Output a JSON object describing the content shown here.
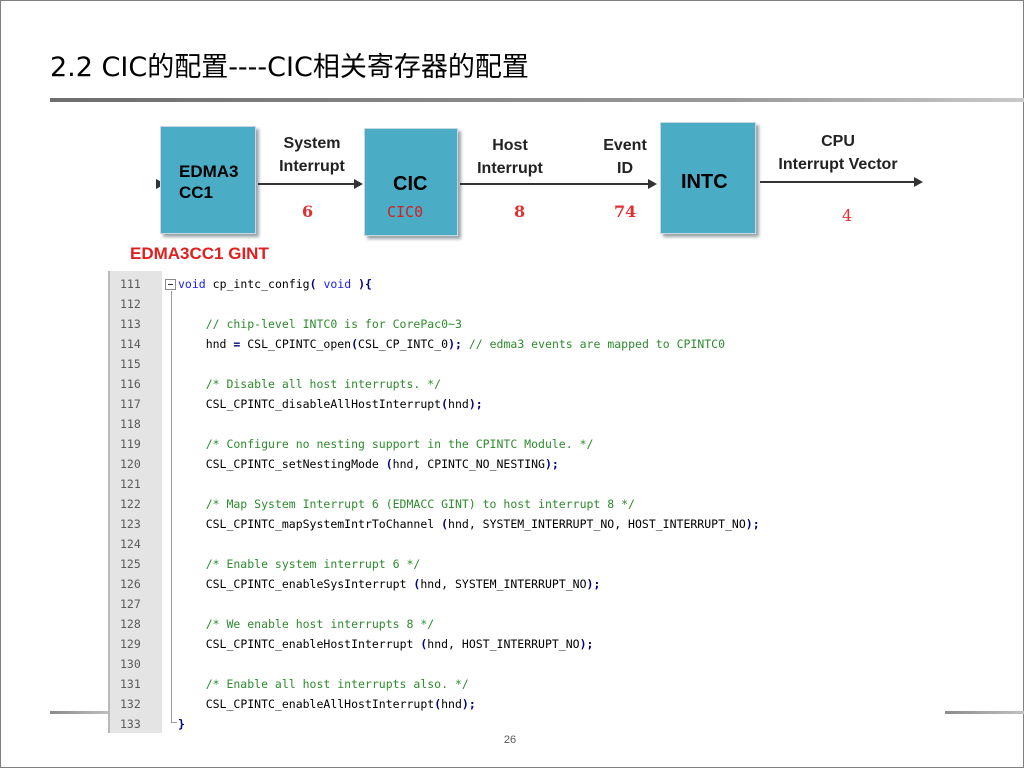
{
  "slide": {
    "title": "2.2 CIC的配置----CIC相关寄存器的配置",
    "page_number": "26"
  },
  "diagram": {
    "boxes": {
      "edma": "EDMA3\nCC1",
      "cic": "CIC",
      "intc": "INTC"
    },
    "labels": {
      "system_interrupt": "System\nInterrupt",
      "host_interrupt": "Host\nInterrupt",
      "event_id": "Event\nID",
      "cpu_vector": "CPU\nInterrupt Vector"
    },
    "values": {
      "system_interrupt": "6",
      "cic0": "CIC0",
      "host_interrupt": "8",
      "event_id": "74",
      "cpu_vector": "4"
    },
    "edma_gint": "EDMA3CC1 GINT",
    "colors": {
      "box": "#4bacc6",
      "accent_red": "#e02020"
    }
  },
  "code": {
    "lines": [
      {
        "n": "111",
        "kind": "sig",
        "fn": "cp_intc_config",
        "kw": "void",
        "lp": "(",
        "arg": "void",
        "rp": ")",
        "brace": "{"
      },
      {
        "n": "112",
        "kind": "blank"
      },
      {
        "n": "113",
        "kind": "comment",
        "text": "    // chip-level INTC0 is for CorePac0~3"
      },
      {
        "n": "114",
        "kind": "call",
        "pre": "    hnd ",
        "eq": "=",
        "fn": " CSL_CPINTC_open",
        "lp": "(",
        "args": "CSL_CP_INTC_0",
        "rp": ")",
        "semi": ";",
        "comment": " // edma3 events are mapped to CPINTC0"
      },
      {
        "n": "115",
        "kind": "blank"
      },
      {
        "n": "116",
        "kind": "comment",
        "text": "    /* Disable all host interrupts. */"
      },
      {
        "n": "117",
        "kind": "call",
        "pre": "    ",
        "eq": "",
        "fn": "CSL_CPINTC_disableAllHostInterrupt",
        "lp": "(",
        "args": "hnd",
        "rp": ")",
        "semi": ";",
        "comment": ""
      },
      {
        "n": "118",
        "kind": "blank"
      },
      {
        "n": "119",
        "kind": "comment",
        "text": "    /* Configure no nesting support in the CPINTC Module. */"
      },
      {
        "n": "120",
        "kind": "call",
        "pre": "    ",
        "eq": "",
        "fn": "CSL_CPINTC_setNestingMode ",
        "lp": "(",
        "args": "hnd, CPINTC_NO_NESTING",
        "rp": ")",
        "semi": ";",
        "comment": ""
      },
      {
        "n": "121",
        "kind": "blank"
      },
      {
        "n": "122",
        "kind": "comment",
        "text": "    /* Map System Interrupt 6 (EDMACC GINT) to host interrupt 8 */"
      },
      {
        "n": "123",
        "kind": "call",
        "pre": "    ",
        "eq": "",
        "fn": "CSL_CPINTC_mapSystemIntrToChannel ",
        "lp": "(",
        "args": "hnd, SYSTEM_INTERRUPT_NO, HOST_INTERRUPT_NO",
        "rp": ")",
        "semi": ";",
        "comment": ""
      },
      {
        "n": "124",
        "kind": "blank"
      },
      {
        "n": "125",
        "kind": "comment",
        "text": "    /* Enable system interrupt 6 */"
      },
      {
        "n": "126",
        "kind": "call",
        "pre": "    ",
        "eq": "",
        "fn": "CSL_CPINTC_enableSysInterrupt ",
        "lp": "(",
        "args": "hnd, SYSTEM_INTERRUPT_NO",
        "rp": ")",
        "semi": ";",
        "comment": ""
      },
      {
        "n": "127",
        "kind": "blank"
      },
      {
        "n": "128",
        "kind": "comment",
        "text": "    /* We enable host interrupts 8 */"
      },
      {
        "n": "129",
        "kind": "call",
        "pre": "    ",
        "eq": "",
        "fn": "CSL_CPINTC_enableHostInterrupt ",
        "lp": "(",
        "args": "hnd, HOST_INTERRUPT_NO",
        "rp": ")",
        "semi": ";",
        "comment": ""
      },
      {
        "n": "130",
        "kind": "blank"
      },
      {
        "n": "131",
        "kind": "comment",
        "text": "    /* Enable all host interrupts also. */"
      },
      {
        "n": "132",
        "kind": "call",
        "pre": "    ",
        "eq": "",
        "fn": "CSL_CPINTC_enableAllHostInterrupt",
        "lp": "(",
        "args": "hnd",
        "rp": ")",
        "semi": ";",
        "comment": ""
      },
      {
        "n": "133",
        "kind": "close",
        "brace": "}"
      }
    ]
  }
}
